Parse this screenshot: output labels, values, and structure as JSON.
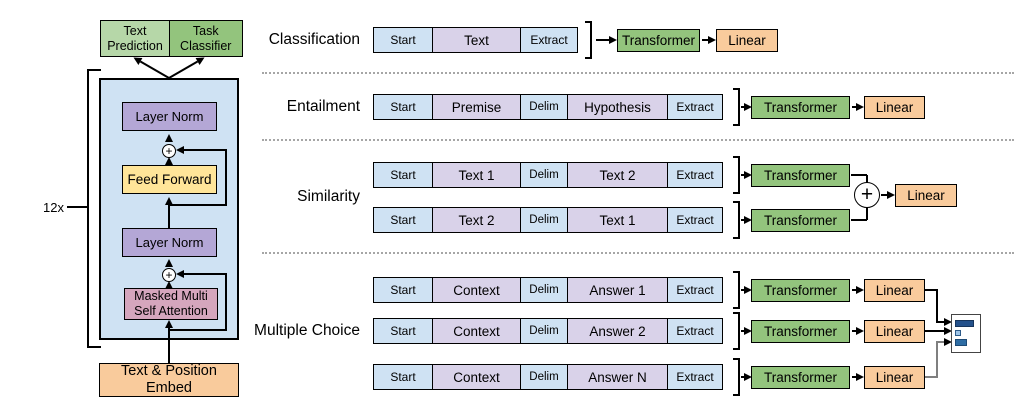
{
  "figure": {
    "description": "GPT architecture and task-specific input transformations diagram"
  },
  "left": {
    "text_prediction": "Text Prediction",
    "task_classifier": "Task Classifier",
    "repeat": "12x",
    "layer_norm_top": "Layer Norm",
    "feed_forward": "Feed Forward",
    "layer_norm_bottom": "Layer Norm",
    "masked_attention": "Masked Multi Self Attention",
    "embed": "Text & Position Embed"
  },
  "labels": {
    "transformer": "Transformer",
    "linear": "Linear",
    "plus": "+"
  },
  "sections": {
    "classification": {
      "label": "Classification",
      "tokens": [
        "Start",
        "Text",
        "Extract"
      ]
    },
    "entailment": {
      "label": "Entailment",
      "tokens": [
        "Start",
        "Premise",
        "Delim",
        "Hypothesis",
        "Extract"
      ]
    },
    "similarity": {
      "label": "Similarity",
      "rows": [
        [
          "Start",
          "Text 1",
          "Delim",
          "Text 2",
          "Extract"
        ],
        [
          "Start",
          "Text 2",
          "Delim",
          "Text 1",
          "Extract"
        ]
      ]
    },
    "multiple_choice": {
      "label": "Multiple Choice",
      "rows": [
        [
          "Start",
          "Context",
          "Delim",
          "Answer 1",
          "Extract"
        ],
        [
          "Start",
          "Context",
          "Delim",
          "Answer 2",
          "Extract"
        ],
        [
          "Start",
          "Context",
          "Delim",
          "Answer N",
          "Extract"
        ]
      ]
    }
  },
  "colors": {
    "token_blue": "#cfe2f3",
    "token_purple": "#d9d2e9",
    "block_background": "#cfe2f3",
    "layer_norm_purple": "#b4a7d6",
    "feed_forward_yellow": "#ffe599",
    "attention_pink": "#d5a6bd",
    "embed_linear_orange": "#f9cb9c",
    "transformer_green": "#93c47d",
    "text_prediction_green": "#b6d7a8",
    "bar_dark_blue": "#24518b",
    "bar_light_blue": "#9dc3e6"
  }
}
